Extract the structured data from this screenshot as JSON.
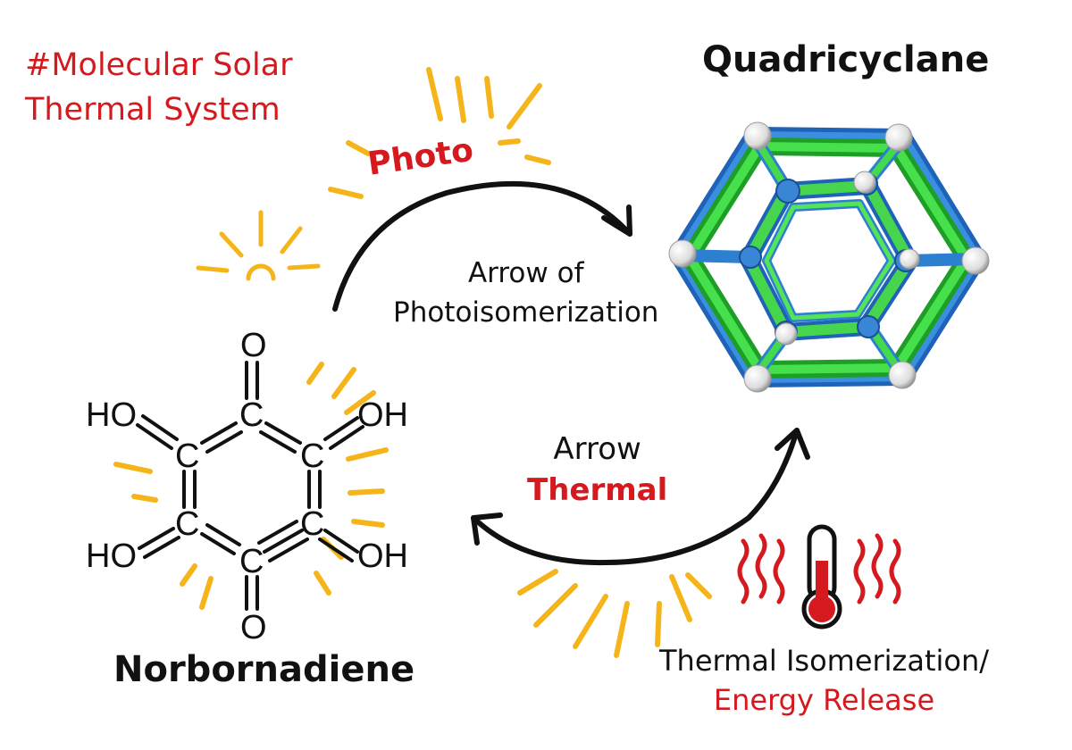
{
  "hashtag": {
    "line1": "#Molecular Solar",
    "line2": "Thermal System"
  },
  "products": {
    "top_name": "Quadricyclane",
    "bottom_name": "Norbornadiene"
  },
  "photo_arrow": {
    "badge": "Photo",
    "line1": "Arrow of",
    "line2": "Photoisomerization"
  },
  "thermal_arrow": {
    "line1": "Arrow",
    "line2": "Thermal"
  },
  "release": {
    "line1": "Thermal Isomerization/",
    "line2": "Energy Release"
  },
  "molecule_atoms": {
    "o_top": "O",
    "o_bottom": "O",
    "ho_left_top": "HO",
    "ho_left_bottom": "HO",
    "oh_right_top": "OH",
    "oh_right_bottom": "OH",
    "c_top": "C",
    "c_upper_left": "C",
    "c_upper_right": "C",
    "c_lower_left": "C",
    "c_lower_right": "C",
    "c_bottom": "C"
  },
  "colors": {
    "red": "#d51a1f",
    "sun_yellow": "#f5b51a",
    "ink": "#111111",
    "green": "#2fcf36",
    "blue": "#2a7fd4"
  }
}
